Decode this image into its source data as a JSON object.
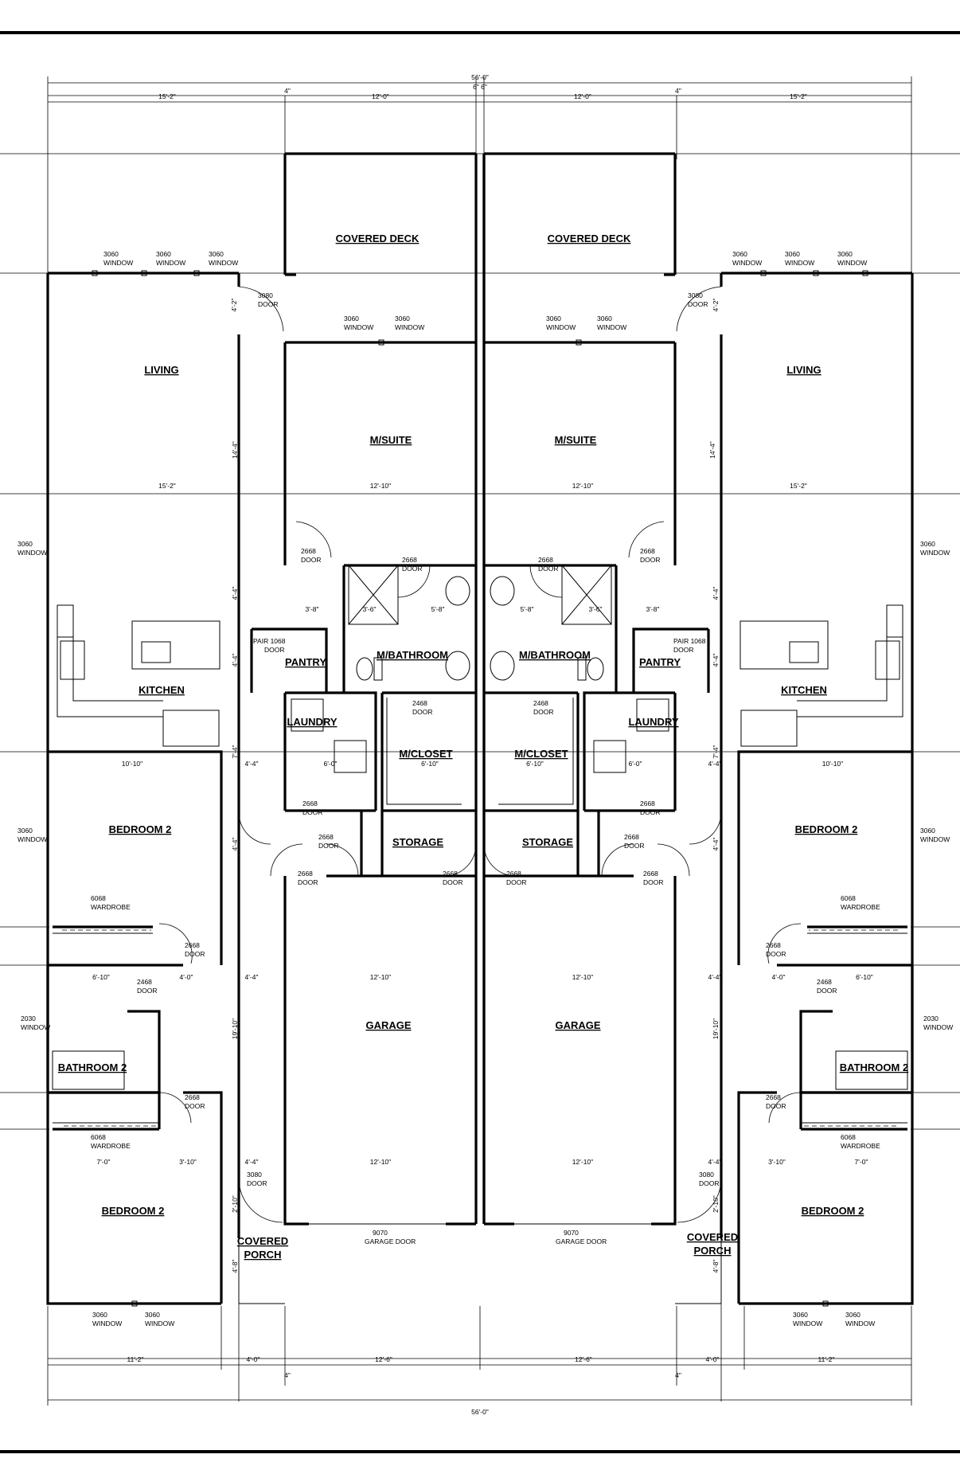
{
  "dimensions": {
    "overall_top": "56'-0\"",
    "overall_bottom": "56'-0\"",
    "party_wall": "6\" 6\"",
    "top_segments": [
      "15'-2\"",
      "4\"",
      "12'-0\"",
      "12'-0\"",
      "4\"",
      "15'-2\""
    ],
    "bottom_segments": [
      "11'-2\"",
      "4'-0\"",
      "12'-6\"",
      "12'-6\"",
      "4'-0\"",
      "11'-2\""
    ],
    "bottom_small": [
      "4\"",
      "4\""
    ],
    "interior": {
      "living_width": "15'-2\"",
      "suite_width": "12'-10\"",
      "living_depth": "14'-4\"",
      "deck_depth": "4'-2\"",
      "hall_depth": "4'-4\"",
      "pantry_depth": "4'-4\"",
      "laundry_depth": "7'-4\"",
      "bedroom_width": "10'-10\"",
      "hall_width": "4'-4\"",
      "laundry_width": "6'-0\"",
      "closet_width": "6'-10\"",
      "storage_depth": "4'-4\"",
      "bath_width": "6'-10\"",
      "bath_hall": "4'-0\"",
      "garage_width": "12'-10\"",
      "garage_depth": "19'-10\"",
      "bed2_width": "7'-0\"",
      "bed2_closet": "3'-10\"",
      "porch_width": "4'-4\"",
      "porch_depth_a": "2'-10\"",
      "porch_depth_b": "4'-8\"",
      "shower": "3'-6\"",
      "vanity_a": "3'-8\"",
      "vanity_b": "5'-8\""
    }
  },
  "rooms": {
    "covered_deck": "COVERED DECK",
    "living": "LIVING",
    "msuite": "M/SUITE",
    "mbathroom": "M/BATHROOM",
    "pantry": "PANTRY",
    "kitchen": "KITCHEN",
    "laundry": "LAUNDRY",
    "mcloset": "M/CLOSET",
    "storage": "STORAGE",
    "bedroom_2": "BEDROOM 2",
    "bathroom_2": "BATHROOM 2",
    "garage": "GARAGE",
    "covered": "COVERED",
    "porch": "PORCH"
  },
  "callouts": {
    "w3060": "3060",
    "window": "WINDOW",
    "w2030": "2030",
    "d3080": "3080",
    "door": "DOOR",
    "d2668": "2668",
    "d2468": "2468",
    "pair_1068": "PAIR 1068",
    "w6068": "6068",
    "wardrobe": "WARDROBE",
    "g9070": "9070",
    "garage_door": "GARAGE DOOR"
  }
}
